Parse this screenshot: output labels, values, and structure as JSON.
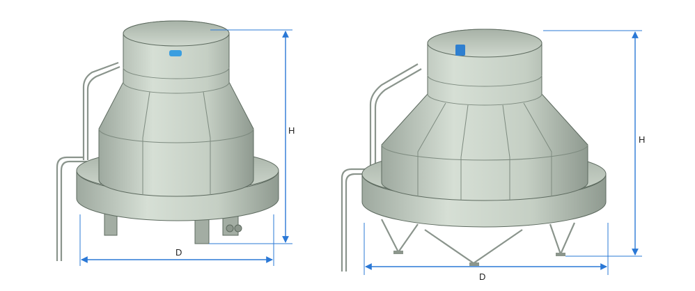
{
  "diagram": {
    "colors": {
      "dimension": "#2a78d6",
      "body": "#c9d3c8",
      "fan_motor": "#3a9ee0"
    },
    "left_tower": {
      "height_label": "H",
      "diameter_label": "D"
    },
    "right_tower": {
      "height_label": "H",
      "diameter_label": "D"
    }
  }
}
